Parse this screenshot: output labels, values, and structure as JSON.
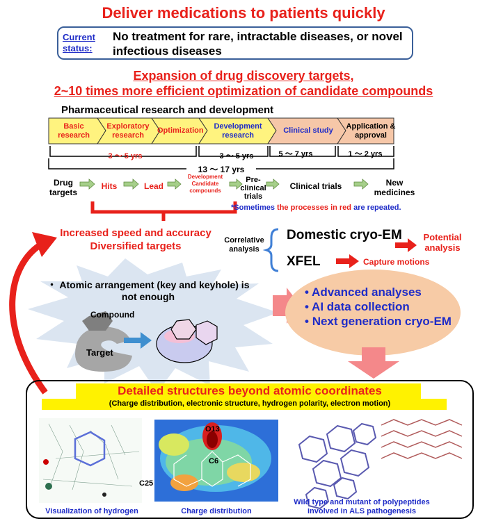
{
  "title": "Deliver medications to patients quickly",
  "status": {
    "label": "Current status:",
    "text": "No treatment for rare, intractable diseases, or novel infectious diseases"
  },
  "expansion": {
    "line1": "Expansion of drug discovery targets,",
    "line2": "2~10 times more efficient optimization of candidate compounds"
  },
  "pharma_heading": "Pharmaceutical research and development",
  "stages": [
    {
      "label": "Basic research",
      "color": "#e8211b"
    },
    {
      "label": "Exploratory research",
      "color": "#e8211b"
    },
    {
      "label": "Optimization",
      "color": "#e8211b"
    },
    {
      "label": "Development research",
      "color": "#1f2cc7"
    },
    {
      "label": "Clinical study",
      "color": "#1f2cc7"
    },
    {
      "label": "Application & approval",
      "color": "#000000"
    }
  ],
  "durations": {
    "d1": "3 ～ 5 yrs",
    "d2": "3 ～ 5 yrs",
    "d3": "5 ～ 7 yrs",
    "d4": "1 ～ 2 yrs",
    "total": "13 ～ 17 yrs"
  },
  "flow": [
    {
      "label": "Drug targets",
      "color": "#000000"
    },
    {
      "label": "Hits",
      "color": "#e8211b"
    },
    {
      "label": "Lead",
      "color": "#e8211b"
    },
    {
      "label": "Development Candidate compounds",
      "color": "#e8211b"
    },
    {
      "label": "Pre-clinical trials",
      "color": "#000000"
    },
    {
      "label": "Clinical trials",
      "color": "#000000"
    },
    {
      "label": "New medicines",
      "color": "#000000"
    }
  ],
  "note": {
    "star": "*Sometimes ",
    "red": "the processes in red",
    "rest": " are repeated."
  },
  "speed": {
    "line1": "Increased speed and accuracy",
    "line2": "Diversified targets"
  },
  "correlative": "Correlative analysis",
  "cryo": "Domestic cryo-EM",
  "potential": "Potential analysis",
  "xfel": "XFEL",
  "capture": "Capture motions",
  "atomic": "・ Atomic arrangement (key and keyhole) is not enough",
  "compound": "Compound",
  "target": "Target",
  "advanced": [
    "Advanced analyses",
    "AI data collection",
    "Next generation cryo-EM"
  ],
  "detailed": {
    "title": "Detailed structures beyond atomic coordinates",
    "subtitle": "(Charge distribution, electronic structure, hydrogen polarity, electron motion)"
  },
  "captions": {
    "hydrogen": "Visualization of hydrogen",
    "charge": "Charge distribution",
    "als": "Wild type and mutant of polypeptides involved in ALS pathogenesis"
  },
  "atom_labels": {
    "o13": "O13",
    "c6": "C6",
    "c25": "C25"
  },
  "colors": {
    "red": "#e8211b",
    "blue": "#1f2cc7",
    "stage_yellow": "#fff37f",
    "stage_peach": "#f6c7a8",
    "peach_oval": "#f7cba6",
    "burst": "#dbe5f1",
    "highlight_yellow": "#fff200"
  }
}
